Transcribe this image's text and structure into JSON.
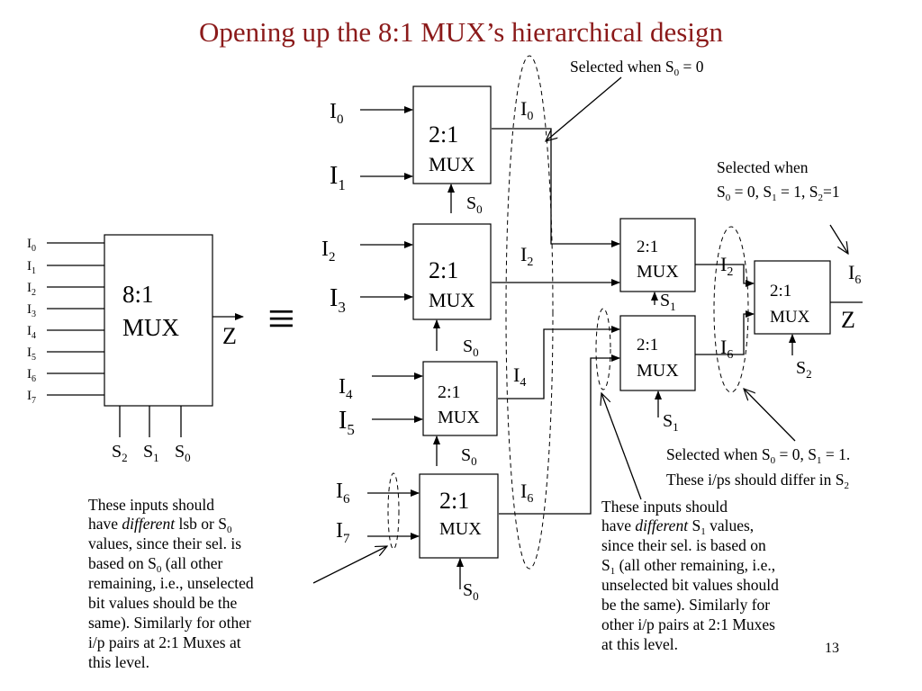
{
  "title": "Opening up the 8:1 MUX’s hierarchical design",
  "slide_number": "13",
  "equiv_symbol": "≡",
  "big_mux": {
    "line1": "8:1",
    "line2": "MUX",
    "output": "Z"
  },
  "mux_label": {
    "line1": "2:1",
    "line2": "MUX"
  },
  "annotations": {
    "sel_s0_0": "Selected when S",
    "sel_s0_0_tail": " = 0",
    "sel_s2_line1": "Selected when",
    "sel_s1_1_line1": "Selected when S",
    "sel_s1_1_line2": "These i/ps should differ in S"
  },
  "note_left": {
    "l1": "These inputs should",
    "l2a": "have ",
    "l2b": "different",
    "l2c": " lsb or S",
    "l3": "values, since their sel. is",
    "l4a": "based on S",
    "l4b": " (all other",
    "l5": "remaining, i.e., unselected",
    "l6": "bit values should be the",
    "l7": "same). Similarly for other",
    "l8": "i/p pairs at 2:1 Muxes at",
    "l9": "this level."
  },
  "note_right": {
    "l1": "These inputs should",
    "l2a": "have ",
    "l2b": "different",
    "l2c": " S",
    "l2d": " values,",
    "l3": "since their sel. is based on",
    "l4a": "S",
    "l4b": " (all other remaining, i.e.,",
    "l5": "unselected bit values should",
    "l6": "be the same). Similarly for",
    "l7": "other i/p pairs at 2:1 Muxes",
    "l8": "at this level."
  },
  "colors": {
    "title": "#8b1a1a"
  }
}
